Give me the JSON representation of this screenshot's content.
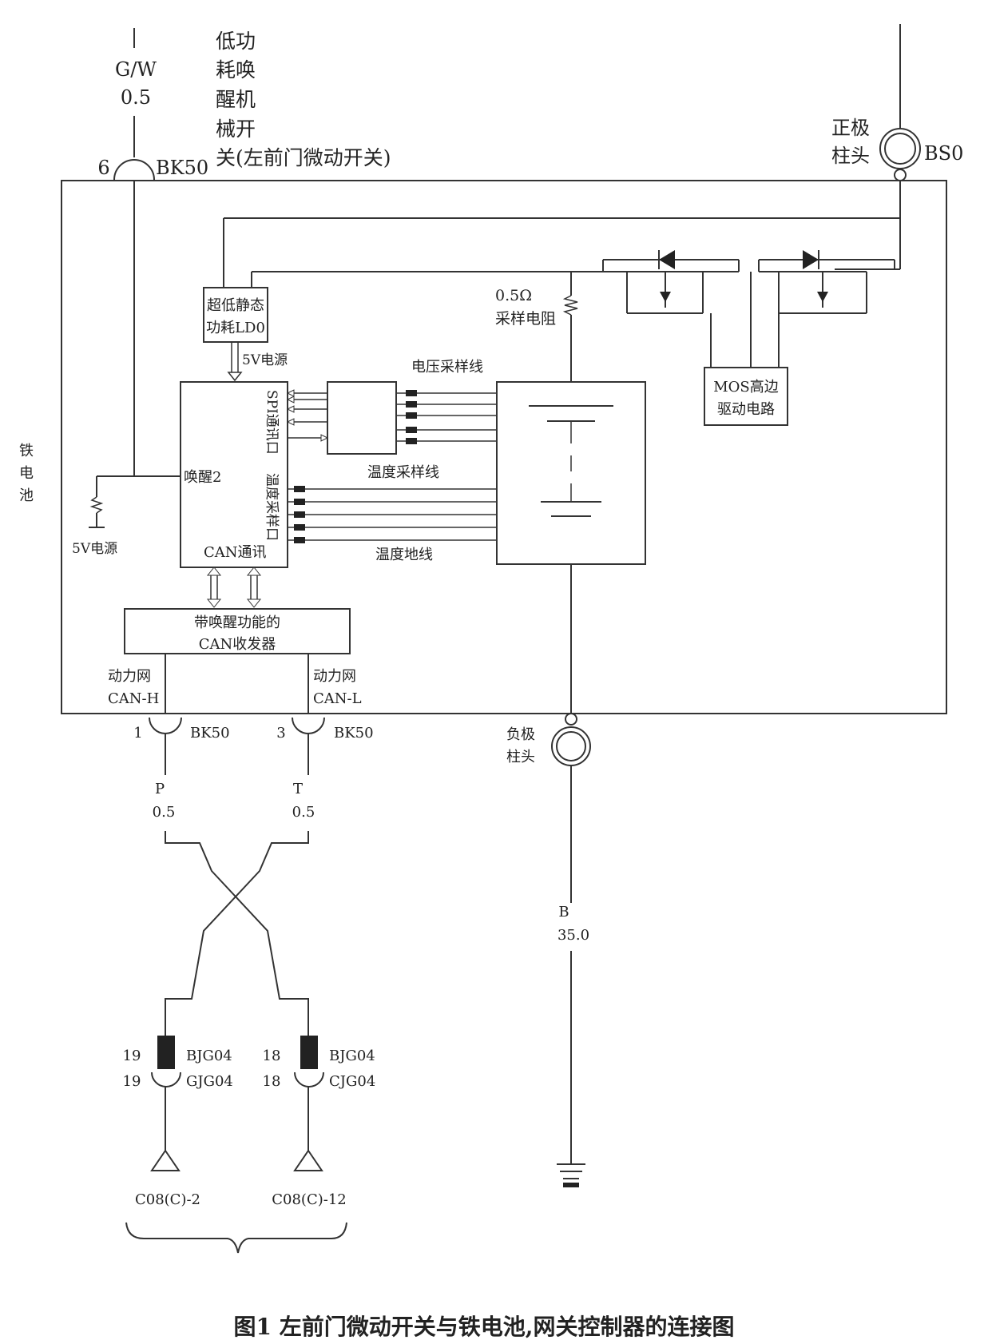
{
  "top": {
    "gw_wire": "G/W",
    "gw_size": "0.5",
    "pin6": "6",
    "bk50_top": "BK50",
    "switch_label_lines": [
      "低功",
      "耗唤",
      "醒机",
      "械开",
      "关(左前门微动开关)"
    ],
    "positive_post_lines": [
      "正极",
      "柱头"
    ],
    "bs0": "BS0"
  },
  "battery": {
    "side_label": [
      "铁",
      "电",
      "池"
    ],
    "ldo_lines": [
      "超低静态",
      "功耗LD0"
    ],
    "ldo_out": "5V电源",
    "shunt_value": "0.5Ω",
    "shunt_name": "采样电阻",
    "mos_lines": [
      "MOS高边",
      "驱动电路"
    ],
    "voltage_line": "电压采样线",
    "temp_line": "温度采样线",
    "temp_gnd": "温度地线",
    "mcu_spi": "SPI通讯口",
    "mcu_temp": "温度采样口",
    "mcu_wake": "唤醒2",
    "mcu_can": "CAN通讯",
    "pullup_5v": "5V电源",
    "transceiver_lines": [
      "带唤醒功能的",
      "CAN收发器"
    ],
    "can_h_lines": [
      "动力网",
      "CAN-H"
    ],
    "can_l_lines": [
      "动力网",
      "CAN-L"
    ]
  },
  "bottom": {
    "pin1": "1",
    "bk50_1": "BK50",
    "pin3": "3",
    "bk50_3": "BK50",
    "p_wire": "P",
    "p_size": "0.5",
    "t_wire": "T",
    "t_size": "0.5",
    "neg_post_lines": [
      "负极",
      "柱头"
    ],
    "b_wire": "B",
    "b_size": "35.0",
    "pin19a": "19",
    "pin19b": "19",
    "bjg04_left": "BJG04",
    "cjg04_left": "GJG04",
    "pin18a": "18",
    "pin18b": "18",
    "bjg04_right": "BJG04",
    "cjg04_right": "CJG04",
    "c08_2": "C08(C)-2",
    "c08_12": "C08(C)-12"
  },
  "caption": "图1  左前门微动开关与铁电池,网关控制器的连接图"
}
